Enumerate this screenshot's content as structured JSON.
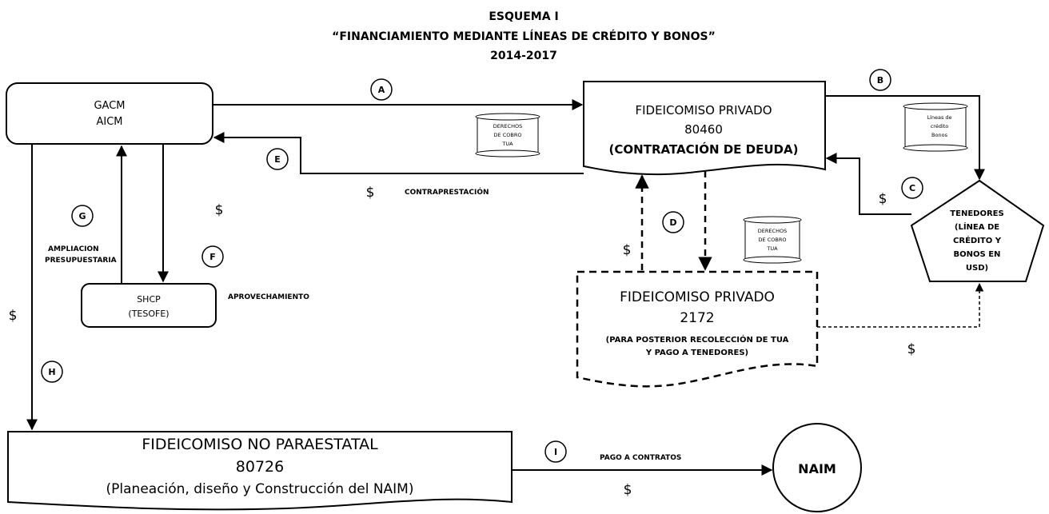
{
  "title": {
    "line1": "ESQUEMA I",
    "line2": "“FINANCIAMIENTO MEDIANTE LÍNEAS DE CRÉDITO Y BONOS”",
    "line3": "2014-2017"
  },
  "nodes": {
    "gacm": {
      "line1": "GACM",
      "line2": "AICM"
    },
    "fid80460": {
      "line1": "FIDEICOMISO  PRIVADO",
      "line2": "80460",
      "line3": "(CONTRATACIÓN DE DEUDA)"
    },
    "shcp": {
      "line1": "SHCP",
      "line2": "(TESOFE)"
    },
    "fid2172": {
      "line1": "FIDEICOMISO PRIVADO",
      "line2": "2172",
      "line3": "(PARA POSTERIOR RECOLECCIÓN DE TUA",
      "line4": "Y PAGO A TENEDORES)"
    },
    "tenedores": {
      "line1": "TENEDORES",
      "line2": "(LÍNEA DE",
      "line3": "CRÉDITO Y",
      "line4": "BONOS EN",
      "line5": "USD)"
    },
    "fid80726": {
      "line1": "FIDEICOMISO NO PARAESTATAL",
      "line2": "80726",
      "line3": "(Planeación, diseño y Construcción del NAIM)"
    },
    "naim": {
      "label": "NAIM"
    }
  },
  "scrolls": {
    "derechos1": {
      "line1": "DERECHOS",
      "line2": "DE COBRO",
      "line3": "TUA"
    },
    "lineas": {
      "line1": "Líneas de",
      "line2": "crédito",
      "line3": "Bonos"
    },
    "derechos2": {
      "line1": "DERECHOS",
      "line2": "DE COBRO",
      "line3": "TUA"
    }
  },
  "labels": {
    "contraprestacion": "CONTRAPRESTACIÓN",
    "ampliacion1": "AMPLIACION",
    "ampliacion2": "PRESUPUESTARIA",
    "aprovechamiento": "APROVECHAMIENTO",
    "pago_contratos": "PAGO A CONTRATOS",
    "dollar": "$"
  },
  "steps": {
    "a": "A",
    "b": "B",
    "c": "C",
    "d": "D",
    "e": "E",
    "f": "F",
    "g": "G",
    "h": "H",
    "i": "I"
  }
}
